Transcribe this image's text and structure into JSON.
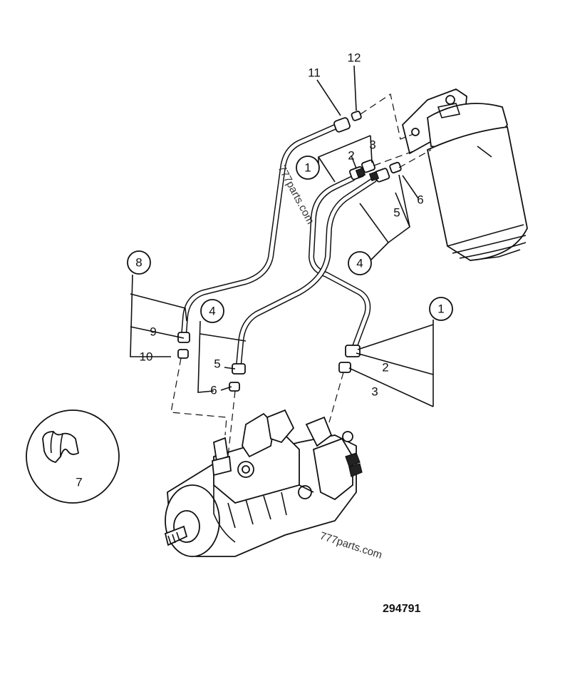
{
  "callouts": {
    "c11": "11",
    "c12": "12",
    "c1_top": "1",
    "c2_top": "2",
    "c3_top": "3",
    "c5_top": "5",
    "c6_top": "6",
    "c4_top": "4",
    "c8": "8",
    "c9": "9",
    "c10": "10",
    "c4_mid": "4",
    "c5_mid": "5",
    "c6_mid": "6",
    "c1_right": "1",
    "c2_right": "2",
    "c3_right": "3",
    "c7": "7"
  },
  "watermark": {
    "top": "777parts.com",
    "bottom": "777parts.com"
  },
  "reference_number": "294791"
}
